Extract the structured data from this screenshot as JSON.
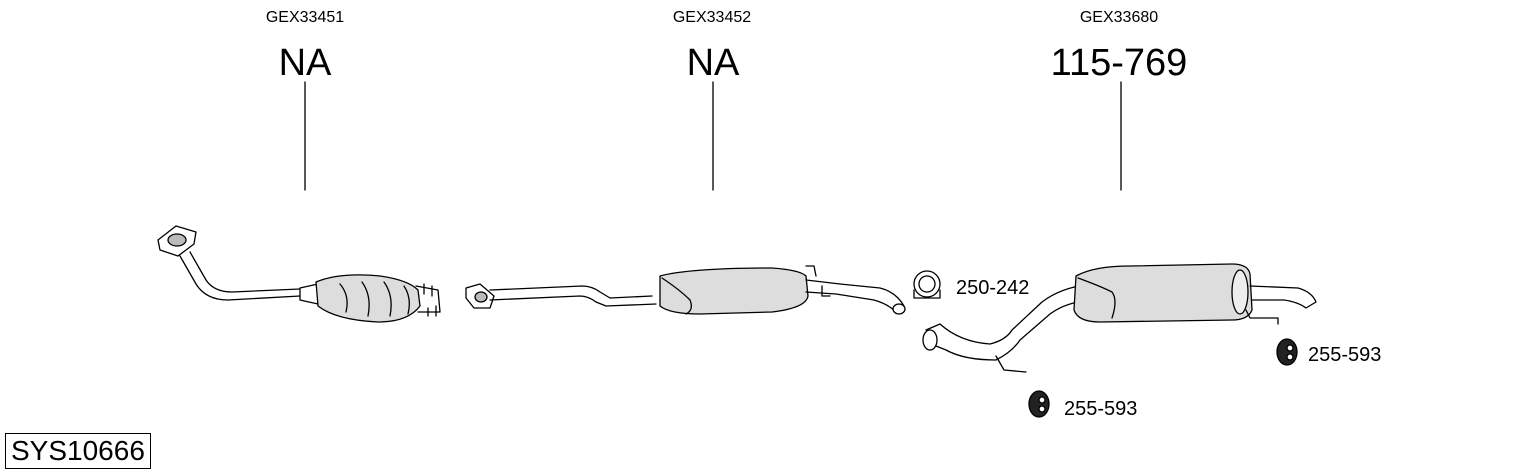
{
  "diagram": {
    "system_id": "SYS10666",
    "sections": [
      {
        "code": "GEX33451",
        "part": "NA"
      },
      {
        "code": "GEX33452",
        "part": "NA"
      },
      {
        "code": "GEX33680",
        "part": "115-769"
      }
    ],
    "accessories": [
      {
        "label": "250-242",
        "icon": "clamp-icon"
      },
      {
        "label": "255-593",
        "icon": "rubber-mount-icon"
      },
      {
        "label": "255-593",
        "icon": "rubber-mount-icon"
      }
    ]
  }
}
